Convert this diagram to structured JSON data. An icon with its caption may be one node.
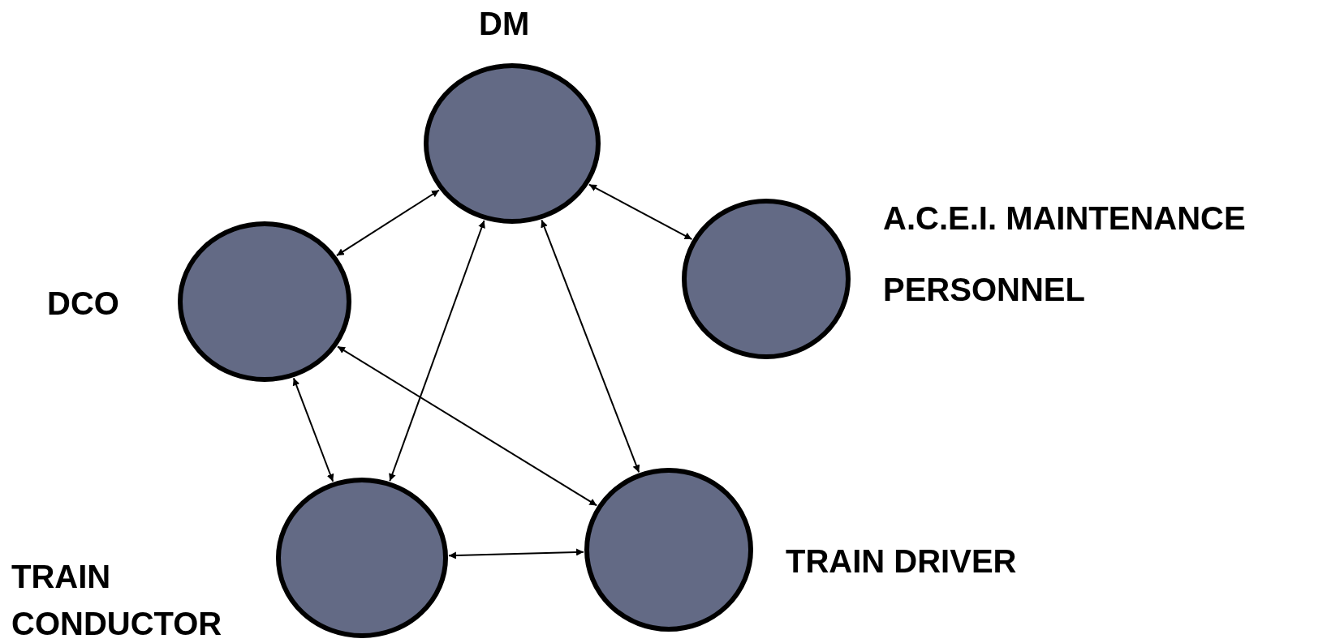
{
  "diagram": {
    "nodes": [
      {
        "text": [
          "DM"
        ]
      },
      {
        "text": [
          "A.C.E.I. MAINTENANCE PERSONNEL"
        ]
      },
      {
        "text": [
          "DCO"
        ]
      },
      {
        "text": [
          "TRAIN CONDUCTOR"
        ]
      },
      {
        "text": [
          "TRAIN DRIVER"
        ]
      }
    ],
    "edges": [
      {
        "from": 0,
        "to": 2,
        "arrow": "both"
      },
      {
        "from": 0,
        "to": 1,
        "arrow": "both"
      },
      {
        "from": 0,
        "to": 3,
        "arrow": "both"
      },
      {
        "from": 0,
        "to": 4,
        "arrow": "both"
      },
      {
        "from": 2,
        "to": 3,
        "arrow": "both"
      },
      {
        "from": 2,
        "to": 4,
        "arrow": "both"
      },
      {
        "from": 3,
        "to": 4,
        "arrow": "both"
      }
    ]
  }
}
